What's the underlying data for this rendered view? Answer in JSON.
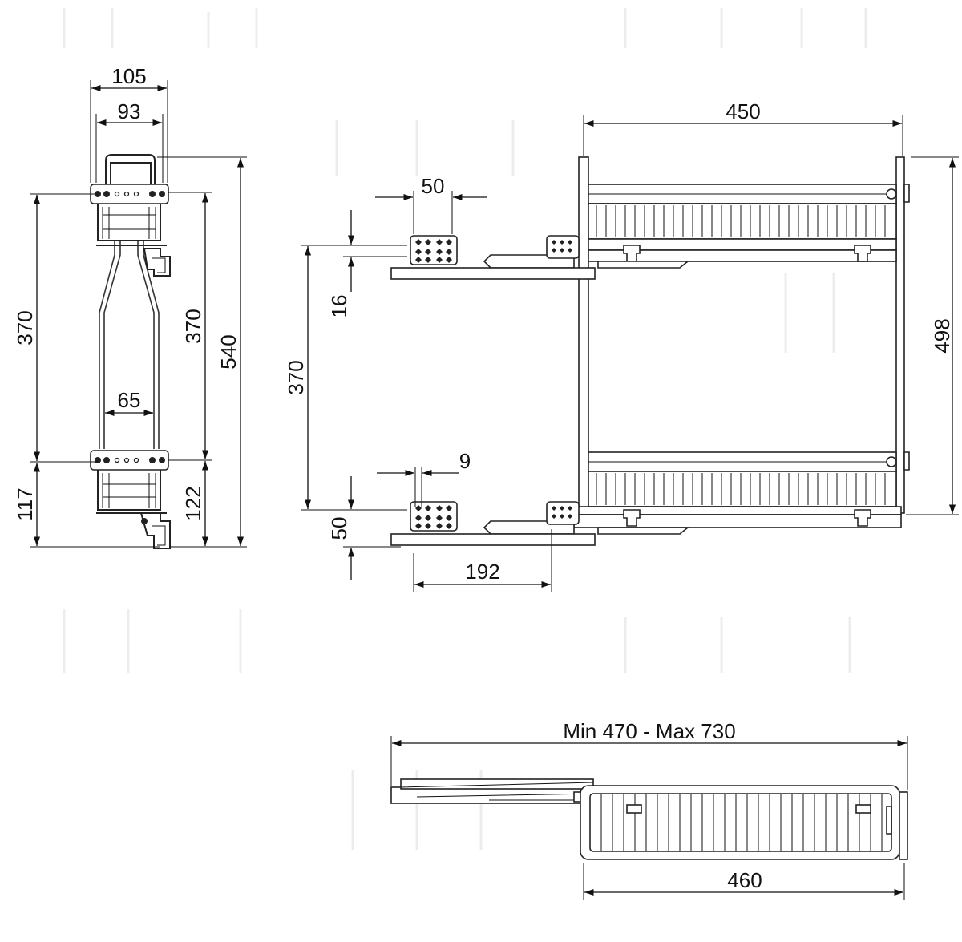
{
  "dimensions": {
    "side_width_outer": "105",
    "side_width_inner": "93",
    "side_rod_width": "65",
    "side_left_height": "370",
    "side_inner_height": "370",
    "side_total_height": "540",
    "side_left_bottom": "117",
    "side_inner_bottom": "122",
    "front_basket_width": "450",
    "front_total_height": "498",
    "front_bracket_width": "50",
    "front_rail_offset": "16",
    "front_bracket_spacing": "370",
    "front_slot": "9",
    "front_bottom_height": "50",
    "front_bracket_length": "192",
    "top_extension_range": "Min 470 - Max 730",
    "top_basket_depth": "460"
  },
  "colors": {
    "line": "#111111",
    "part": "#222222",
    "background": "#ffffff",
    "watermark": "#ececec"
  }
}
